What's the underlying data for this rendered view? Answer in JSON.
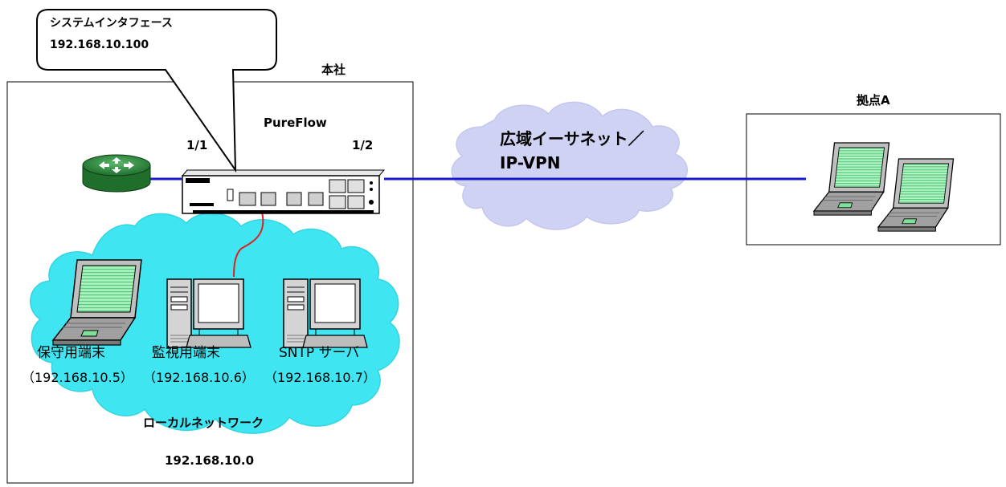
{
  "callout": {
    "line1": "システムインタフェース",
    "line2": "192.168.10.100"
  },
  "hq": {
    "title": "本社"
  },
  "device": {
    "name": "PureFlow",
    "port_left": "1/1",
    "port_right": "1/2"
  },
  "wan": {
    "line1": "広域イーサネット／",
    "line2": "IP-VPN"
  },
  "branch": {
    "title": "拠点A"
  },
  "lan": {
    "title": "ローカルネットワーク",
    "subnet": "192.168.10.0",
    "terminals": [
      {
        "name": "保守用端末",
        "ip": "（192.168.10.5）"
      },
      {
        "name": "監視用端末",
        "ip": "（192.168.10.6）"
      },
      {
        "name": "SNTP サーバ",
        "ip": "（192.168.10.7）"
      }
    ]
  },
  "colors": {
    "link": "#1a1acc",
    "console_cable": "#e02020",
    "wan_cloud": "#cfd2f2",
    "lan_cloud": "#3fe6f2",
    "router": "#2e8b3e",
    "laptop_screen": "#7fe09a"
  }
}
